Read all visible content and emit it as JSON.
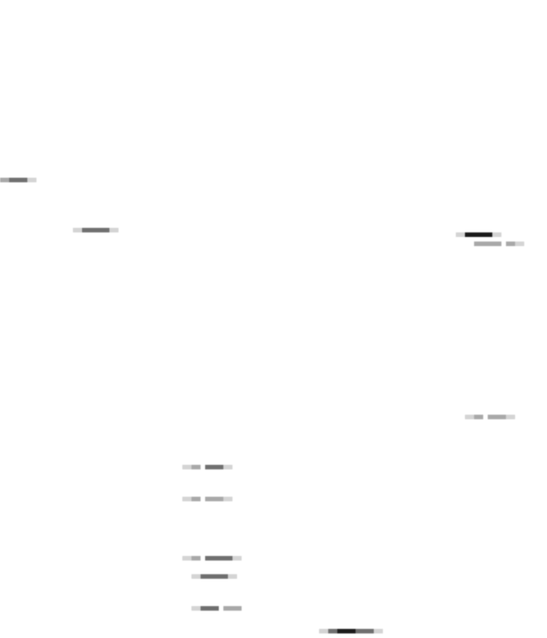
{
  "screen": {
    "background": "#ffffff",
    "fragments": [
      {
        "id": "frag-1",
        "text": ""
      },
      {
        "id": "frag-2",
        "text": ""
      },
      {
        "id": "frag-3",
        "text": ""
      },
      {
        "id": "frag-4",
        "text": ""
      },
      {
        "id": "frag-5",
        "text": ""
      },
      {
        "id": "frag-6",
        "text": ""
      },
      {
        "id": "frag-7",
        "text": ""
      },
      {
        "id": "frag-8",
        "text": ""
      },
      {
        "id": "frag-9",
        "text": ""
      },
      {
        "id": "frag-10",
        "text": ""
      },
      {
        "id": "frag-11",
        "text": ""
      },
      {
        "id": "frag-12",
        "text": ""
      }
    ]
  }
}
